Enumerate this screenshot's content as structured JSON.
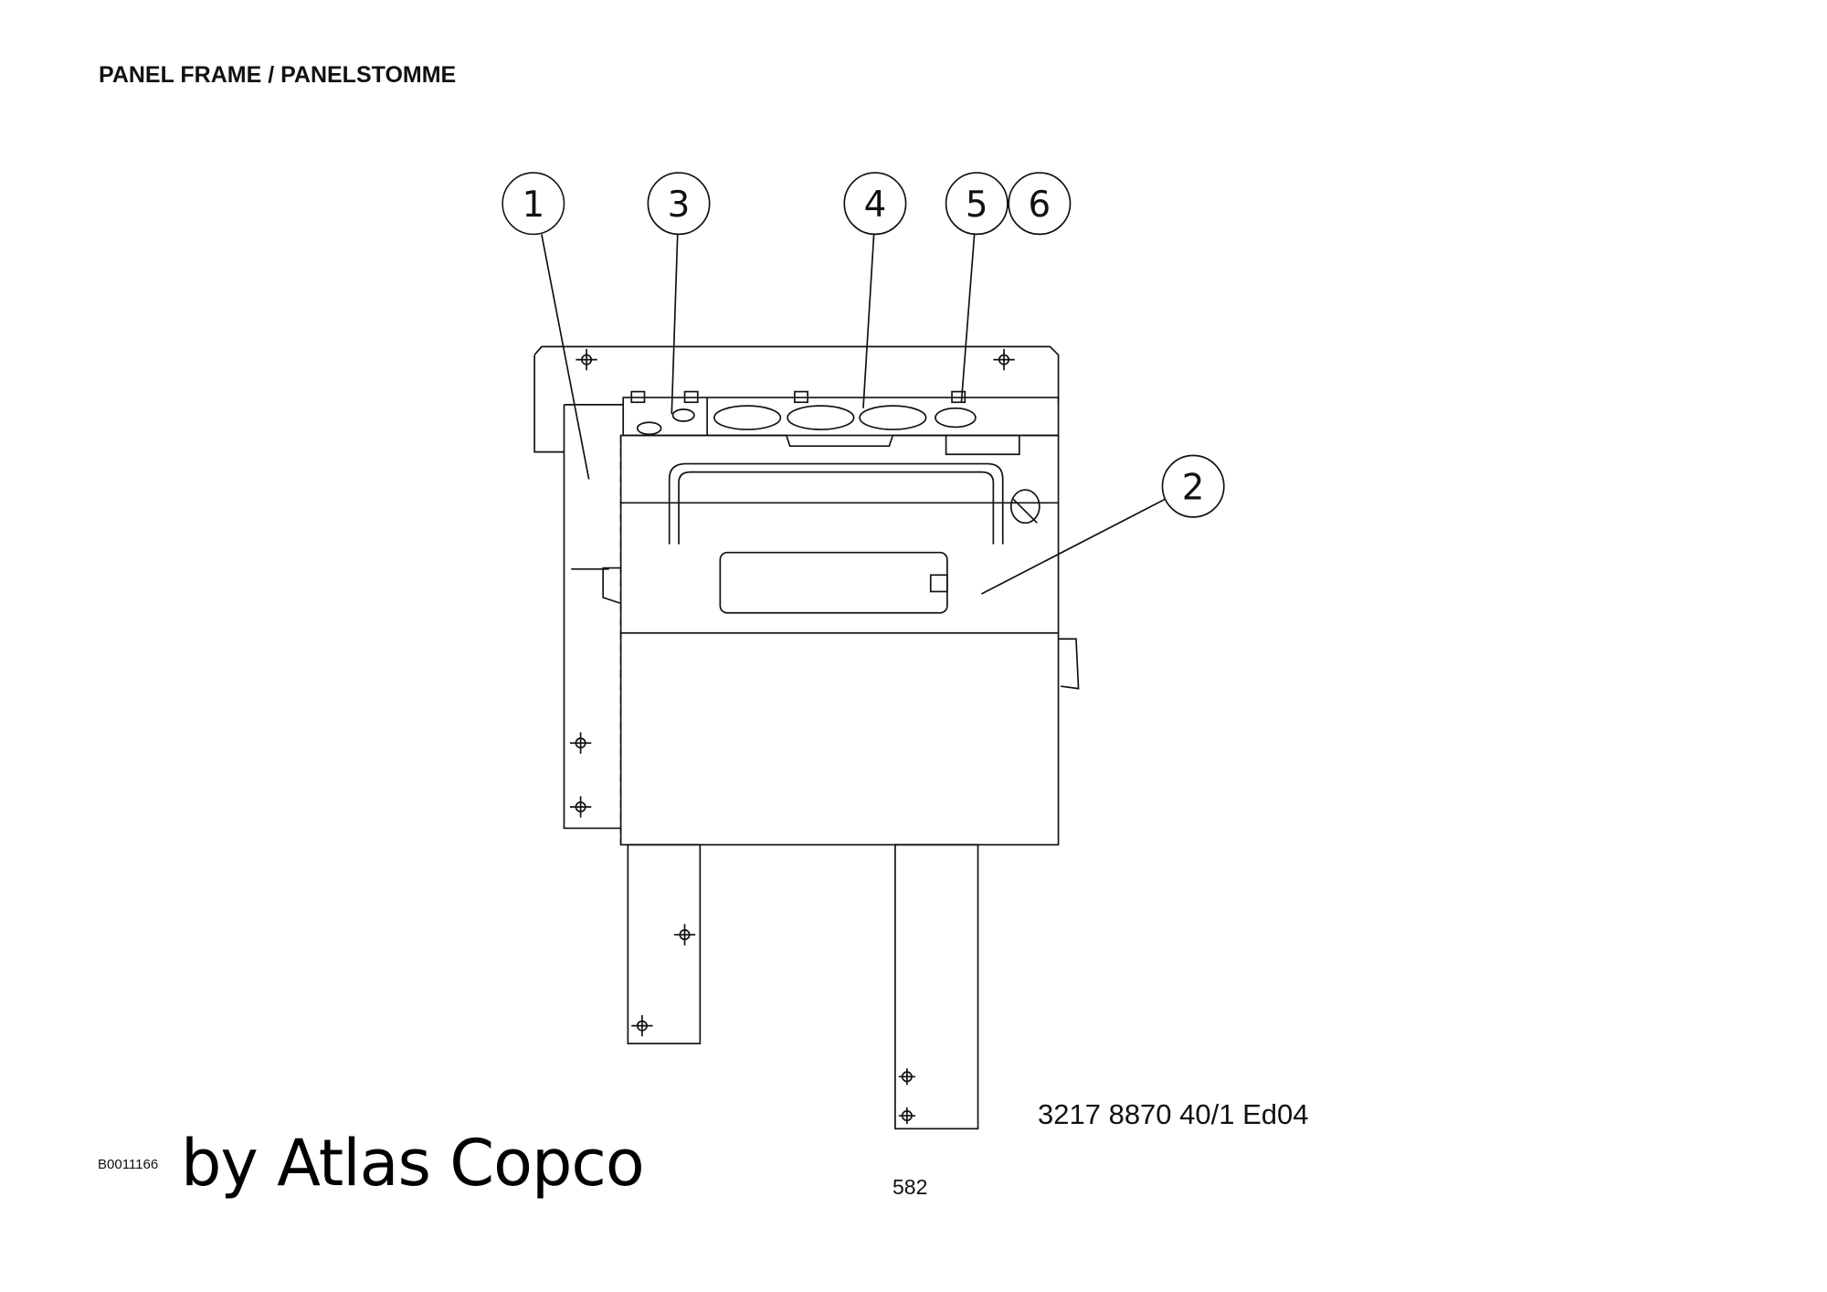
{
  "header": {
    "title": "PANEL FRAME / PANELSTOMME"
  },
  "callouts": [
    "1",
    "2",
    "3",
    "4",
    "5",
    "6"
  ],
  "footer": {
    "document_number": "3217 8870 40/1  Ed04",
    "drawing_code": "B0011166",
    "brand": "by Atlas Copco",
    "page_number": "582"
  }
}
